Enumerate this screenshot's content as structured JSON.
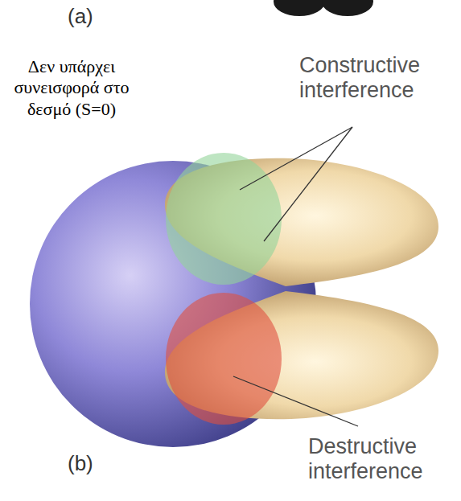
{
  "diagram": {
    "labels": [
      "(a)",
      "Δεν υπάρχει συνεισφορά στο δεσμό (S=0)",
      "Constructive interference",
      "Destructive interference",
      "(b)"
    ]
  }
}
